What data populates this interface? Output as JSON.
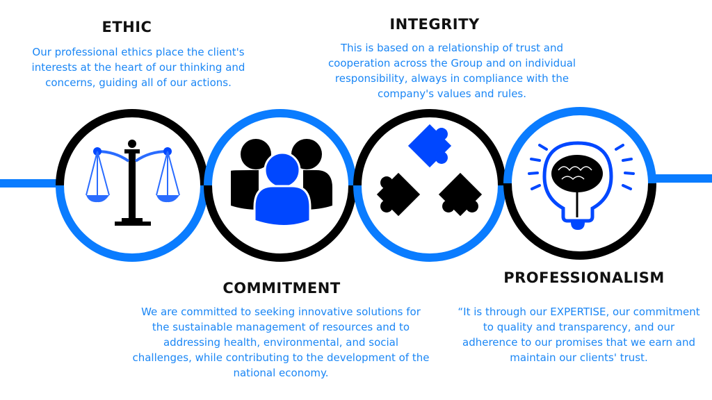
{
  "colors": {
    "ring_blue": "#0a7cff",
    "icon_blue": "#0047ff",
    "text_blue": "#1a86f5",
    "black": "#000000"
  },
  "values": [
    {
      "title": "ETHIC",
      "description": "Our professional ethics place the client's interests at the heart of our thinking and concerns, guiding all of our actions.",
      "icon": "scales-of-justice-icon"
    },
    {
      "title": "COMMITMENT",
      "description": "We are committed to seeking innovative solutions for the sustainable management of resources and to addressing health, environmental, and social challenges, while contributing to the development of the national economy.",
      "icon": "team-people-icon"
    },
    {
      "title": "INTEGRITY",
      "description": "This is based on a relationship of trust and cooperation across the Group and on individual responsibility, always in compliance with the company's values and rules.",
      "icon": "puzzle-pieces-icon"
    },
    {
      "title": "PROFESSIONALISM",
      "description": "“It is through our EXPERTISE, our commitment to quality and transparency, and our adherence to our promises that we earn and maintain our clients' trust.",
      "icon": "lightbulb-brain-icon"
    }
  ]
}
